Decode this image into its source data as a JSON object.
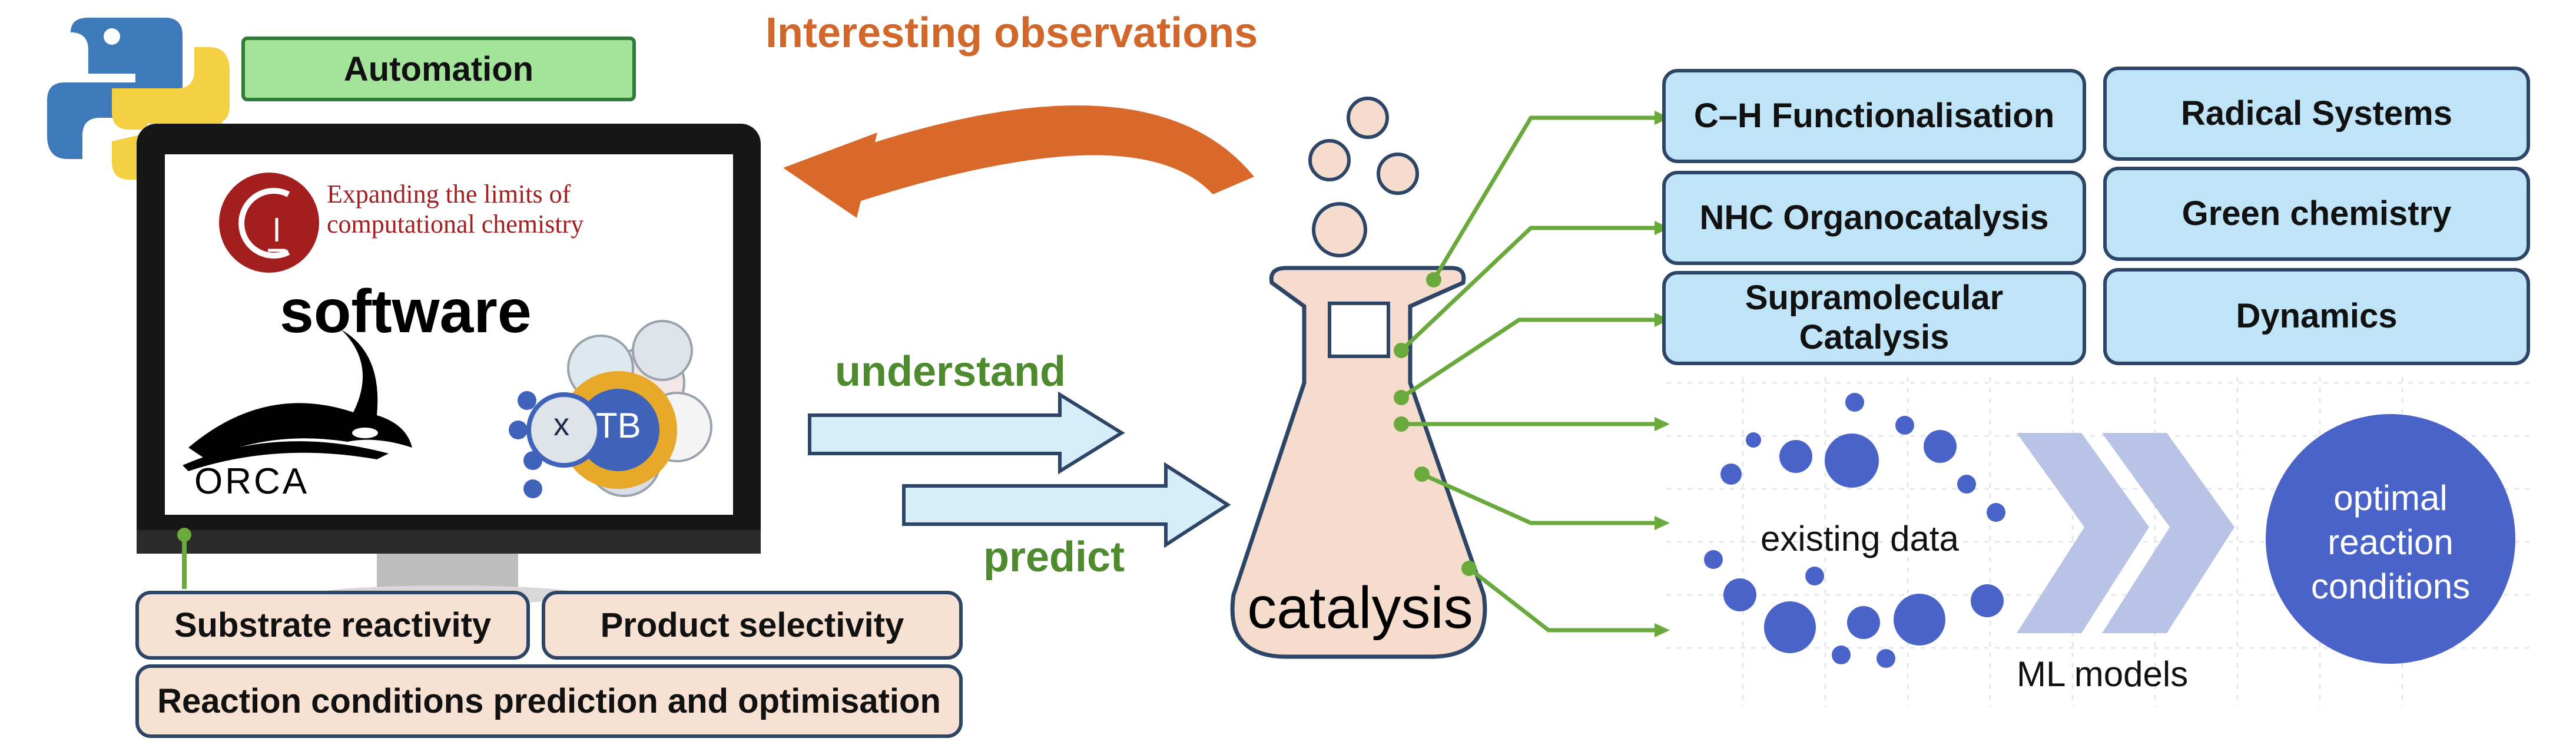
{
  "header": {
    "observations_label": "Interesting observations"
  },
  "monitor": {
    "automation_label": "Automation",
    "banner_text": "Expanding the limits of computational chemistry",
    "software_label": "software",
    "orca_label": "ORCA",
    "xtb_labels": {
      "x": "x",
      "tb": "TB"
    }
  },
  "flow": {
    "understand_label": "understand",
    "predict_label": "predict"
  },
  "flask": {
    "label": "catalysis"
  },
  "bottom_boxes": {
    "substrate": "Substrate reactivity",
    "product": "Product selectivity",
    "conditions": "Reaction conditions prediction and optimisation"
  },
  "topics": [
    "C–H Functionalisation",
    "Radical Systems",
    "NHC Organocatalysis",
    "Green chemistry",
    "Supramolecular Catalysis",
    "Dynamics"
  ],
  "ml": {
    "existing_data_label": "existing data",
    "ml_models_label": "ML models",
    "optimal_label": "optimal reaction conditions"
  },
  "colors": {
    "arrow_orange": "#d9692b",
    "title_orange": "#d2672b",
    "green_text": "#4e8a2e",
    "green_lines": "#6aa93c",
    "dots_blue": "#4a63c9",
    "chevron": "#b8c3e6",
    "box_blue": "#bfe3f7",
    "box_peach": "#f7e1d2",
    "box_green": "#a4e39a"
  }
}
